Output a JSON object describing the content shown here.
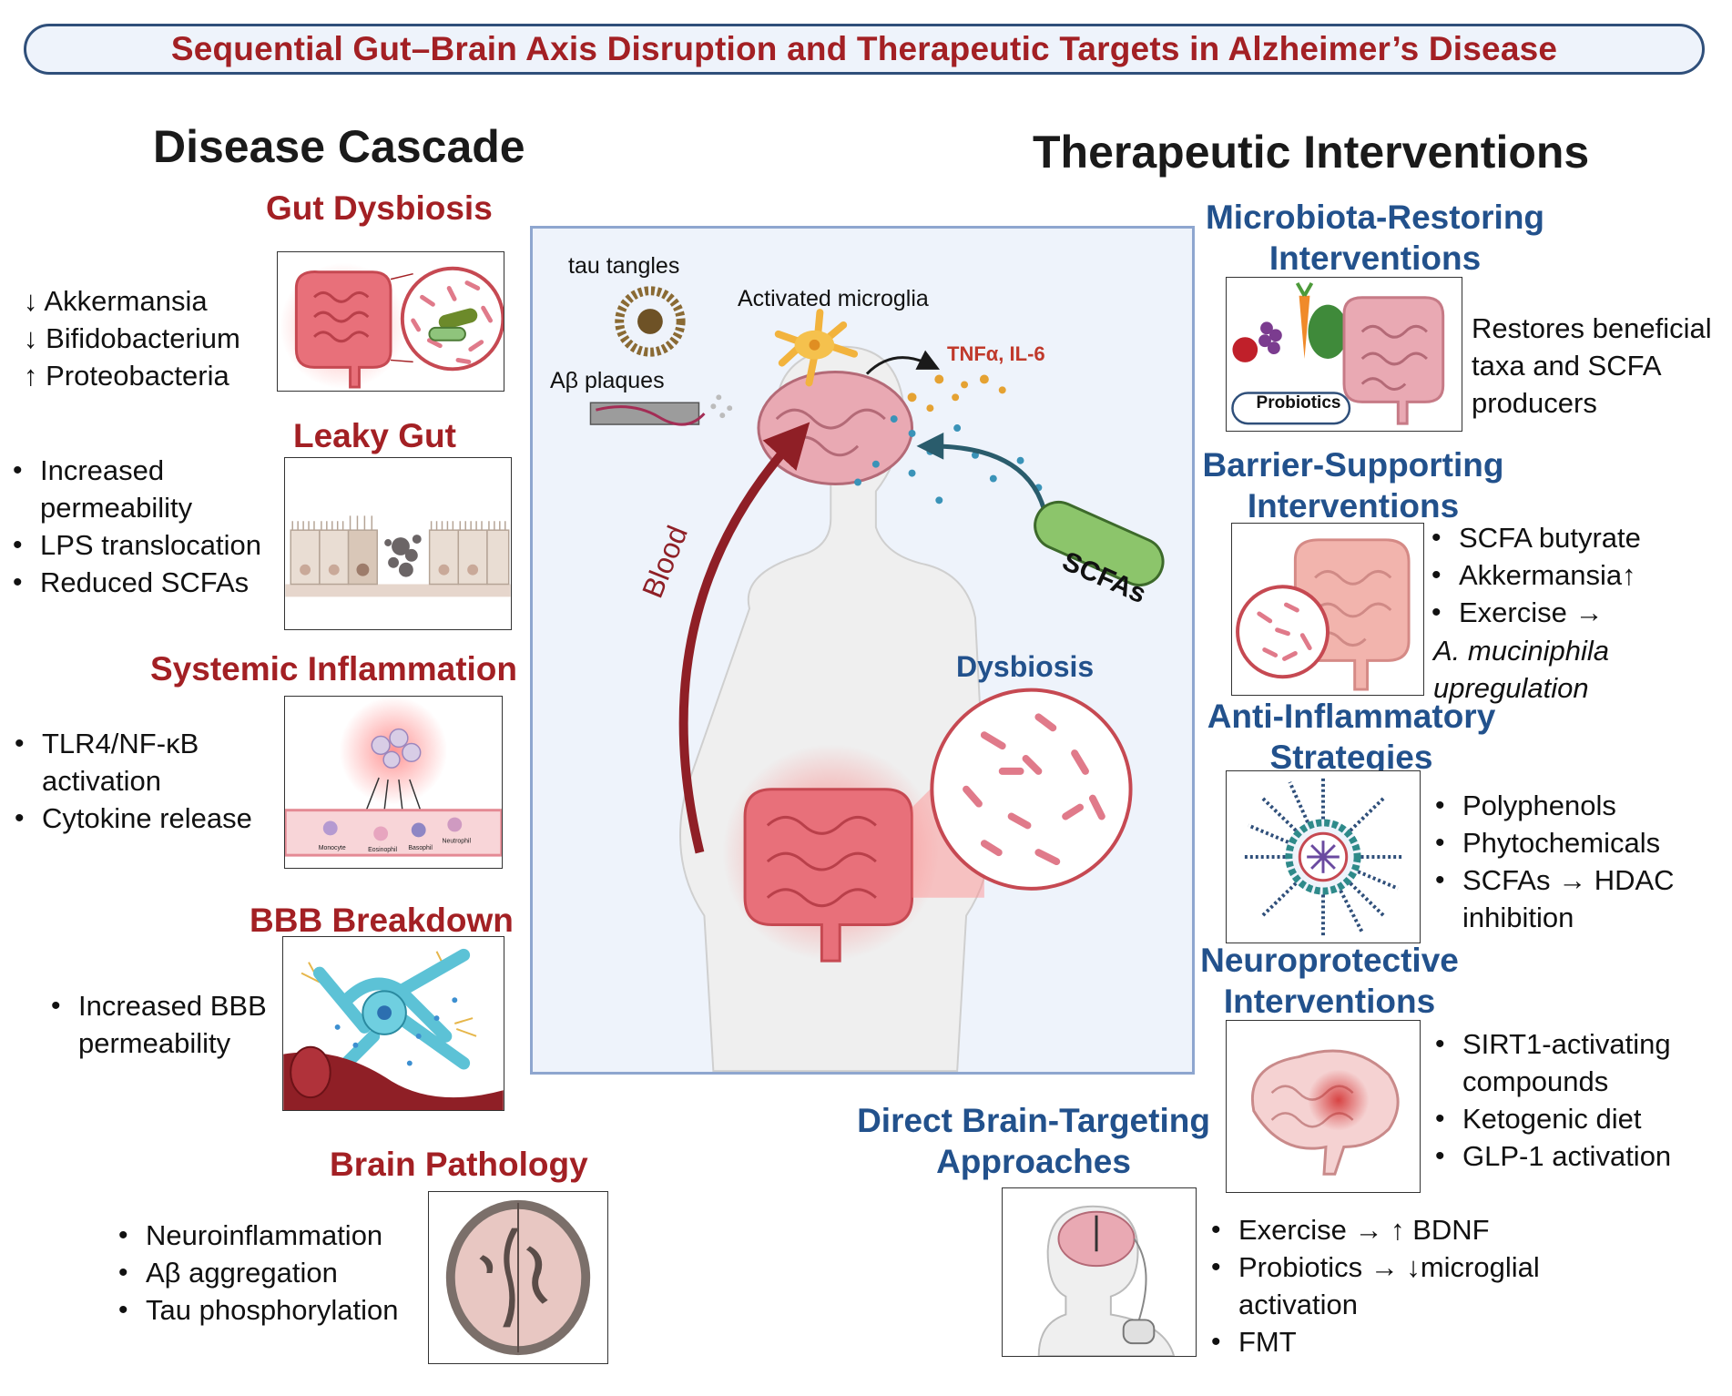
{
  "title": "Sequential Gut–Brain Axis Disruption and Therapeutic Targets in Alzheimer’s Disease",
  "colors": {
    "title_red": "#a32024",
    "heading_blue": "#22518c",
    "frame_blue": "#2f4f7a",
    "center_bg": "#eef3fb"
  },
  "left": {
    "heading": "Disease Cascade",
    "gut_dysbiosis": {
      "title": "Gut Dysbiosis",
      "lines": [
        "↓ Akkermansia",
        "↓ Bifidobacterium",
        "↑ Proteobacteria"
      ]
    },
    "leaky_gut": {
      "title": "Leaky Gut",
      "items": [
        "Increased permeability",
        "LPS translocation",
        "Reduced SCFAs"
      ]
    },
    "systemic_inflammation": {
      "title": "Systemic Inflammation",
      "items": [
        "TLR4/NF-κB activation",
        "Cytokine release"
      ],
      "cell_labels": [
        "Monocyte",
        "Eosinophil",
        "Basophil",
        "Neutrophil"
      ]
    },
    "bbb_breakdown": {
      "title": "BBB Breakdown",
      "items": [
        "Increased BBB permeability"
      ]
    },
    "brain_pathology": {
      "title": "Brain Pathology",
      "items": [
        "Neuroinflammation",
        "Aβ aggregation",
        "Tau phosphorylation"
      ]
    }
  },
  "center": {
    "tau_label": "tau tangles",
    "microglia_label": "Activated  microglia",
    "plaques_label": "Aβ plaques",
    "cytokines_label": "TNFα,  IL-6",
    "blood_label": "Blood",
    "scfa_label": "SCFAs",
    "dysbiosis_label": "Dysbiosis"
  },
  "right": {
    "heading": "Therapeutic Interventions",
    "microbiota": {
      "title": "Microbiota-Restoring Interventions",
      "badge": "Probiotics",
      "text": "Restores beneficial taxa and SCFA producers"
    },
    "barrier": {
      "title": "Barrier-Supporting Interventions",
      "items": [
        "SCFA butyrate",
        "Akkermansia↑",
        "Exercise →"
      ],
      "italic": "A. muciniphila upregulation"
    },
    "anti_inflammatory": {
      "title": "Anti-Inflammatory Strategies",
      "items": [
        "Polyphenols",
        "Phytochemicals",
        "SCFAs → HDAC inhibition"
      ]
    },
    "neuroprotective": {
      "title": "Neuroprotective Interventions",
      "items": [
        "SIRT1-activating compounds",
        "Ketogenic diet",
        "GLP-1 activation"
      ]
    },
    "direct_brain": {
      "title": "Direct Brain-Targeting Approaches",
      "items": [
        "Exercise → ↑ BDNF",
        "Probiotics → ↓microglial activation",
        "FMT"
      ]
    }
  }
}
